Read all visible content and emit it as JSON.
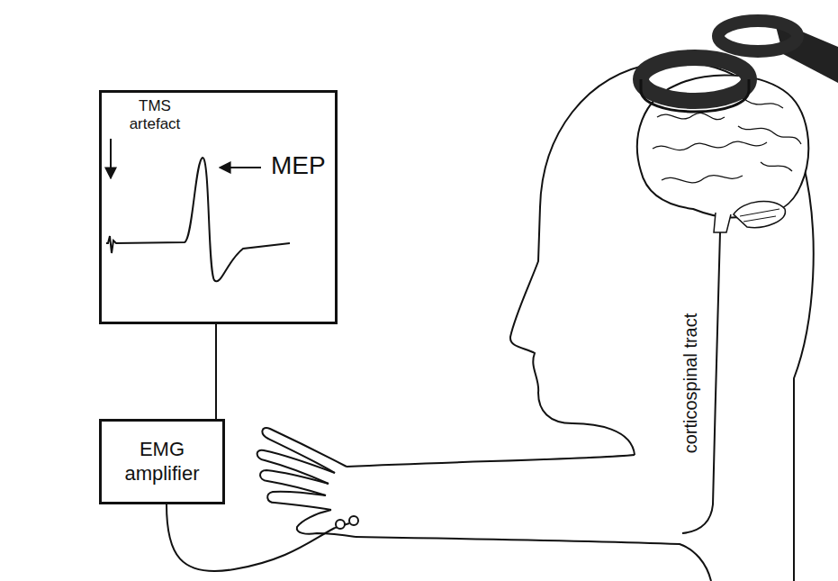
{
  "diagram": {
    "nodes": [
      {
        "text": [
          "TMS artefact",
          "MEP"
        ]
      },
      {
        "text": [
          "EMG amplifier"
        ]
      }
    ],
    "edges": [
      {
        "from": 0,
        "to": 1,
        "arrow": "none"
      }
    ],
    "labels": [
      "corticospinal tract"
    ]
  }
}
